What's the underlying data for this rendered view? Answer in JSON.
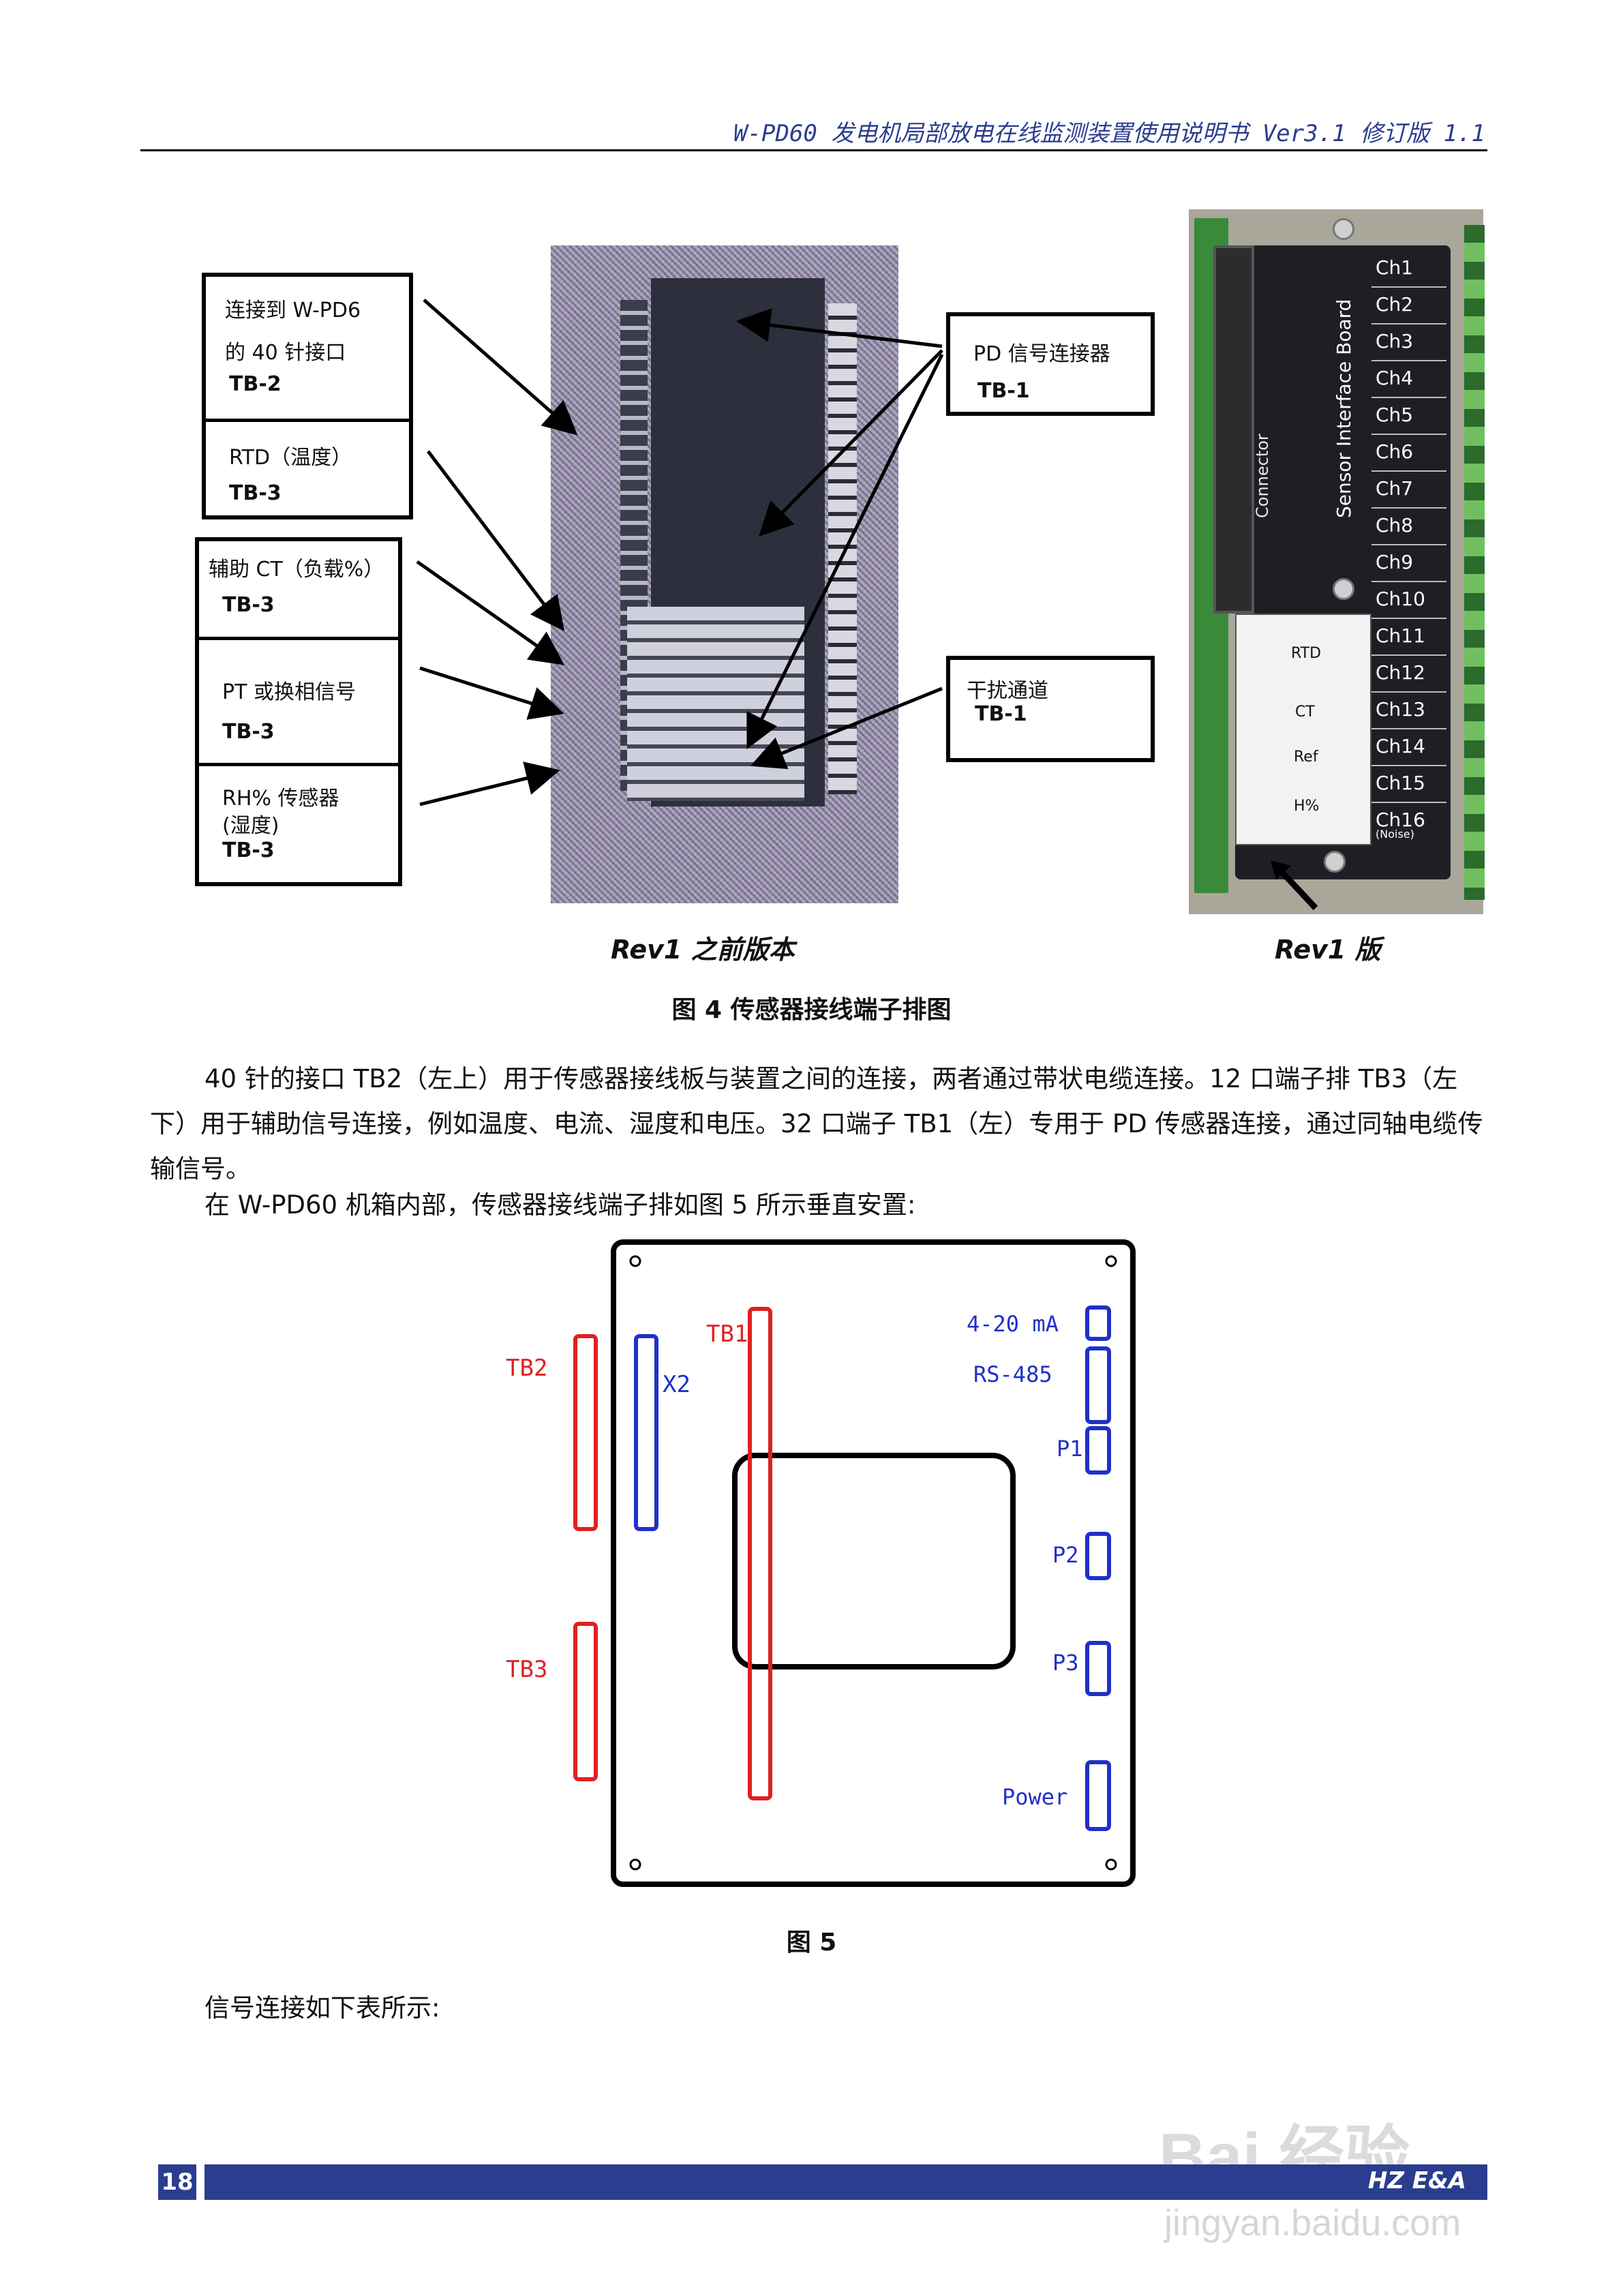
{
  "header": {
    "title": "W-PD60 发电机局部放电在线监测装置使用说明书 Ver3.1 修订版 1.1"
  },
  "figure4": {
    "callouts_left": [
      {
        "lines": [
          "连接到 W-PD6",
          "的 40 针接口"
        ],
        "tag": "TB-2"
      },
      {
        "lines": [
          "RTD（温度）"
        ],
        "tag": "TB-3"
      },
      {
        "lines": [
          "辅助 CT（负载%）"
        ],
        "tag": "TB-3"
      },
      {
        "lines": [
          "PT 或换相信号"
        ],
        "tag": "TB-3"
      },
      {
        "lines": [
          "RH% 传感器",
          "(湿度)"
        ],
        "tag": "TB-3"
      }
    ],
    "callouts_right": [
      {
        "lines": [
          "PD 信号连接器"
        ],
        "tag": "TB-1"
      },
      {
        "lines": [
          "干扰通道"
        ],
        "tag": "TB-1"
      }
    ],
    "rev1_board": {
      "title": "Sensor Interface Board",
      "connector_label": "Connector",
      "channels": [
        "Ch1",
        "Ch2",
        "Ch3",
        "Ch4",
        "Ch5",
        "Ch6",
        "Ch7",
        "Ch8",
        "Ch9",
        "Ch10",
        "Ch11",
        "Ch12",
        "Ch13",
        "Ch14",
        "Ch15",
        "Ch16"
      ],
      "noise_label": "(Noise)",
      "aux_groups": [
        "RTD",
        "CT",
        "Ref",
        "H%"
      ]
    },
    "caption_left": "Rev1 之前版本",
    "caption_right": "Rev1 版",
    "title": "图 4 传感器接线端子排图"
  },
  "body": {
    "para1": "40 针的接口 TB2（左上）用于传感器接线板与装置之间的连接，两者通过带状电缆连接。12 口端子排 TB3（左下）用于辅助信号连接，例如温度、电流、湿度和电压。32 口端子 TB1（左）专用于 PD 传感器连接，通过同轴电缆传输信号。",
    "para2": "在 W-PD60 机箱内部，传感器接线端子排如图 5 所示垂直安置:",
    "para3": "信号连接如下表所示:"
  },
  "figure5": {
    "labels": {
      "tb2": "TB2",
      "tb3": "TB3",
      "x2": "X2",
      "tb1": "TB1",
      "ma": "4-20 mA",
      "rs485": "RS-485",
      "p1": "P1",
      "p2": "P2",
      "p3": "P3",
      "power": "Power"
    },
    "colors": {
      "red": "#e02020",
      "blue": "#2030c8"
    },
    "title": "图 5"
  },
  "footer": {
    "page_number": "18",
    "brand": "HZ E&A"
  },
  "watermark": {
    "main": "Bai 经验",
    "sub": "jingyan.baidu.com"
  }
}
